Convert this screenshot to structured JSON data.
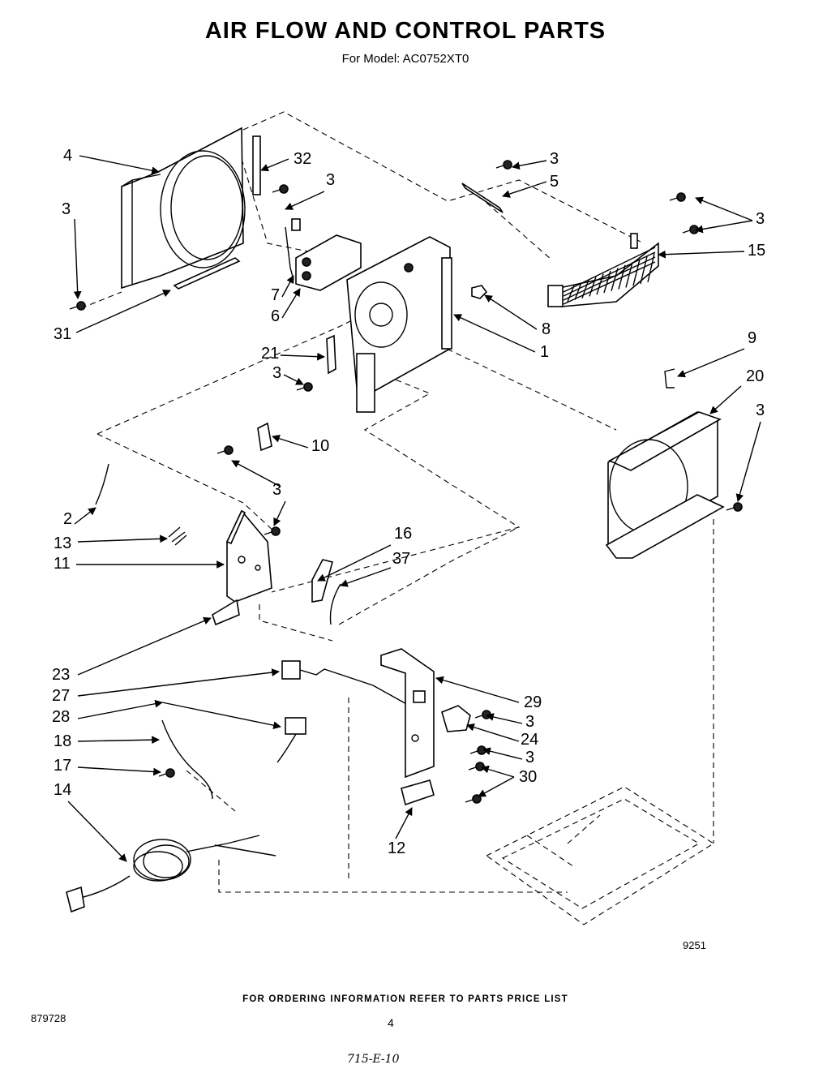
{
  "header": {
    "title": "AIR FLOW AND CONTROL PARTS",
    "subtitle": "For Model: AC0752XT0"
  },
  "diagram": {
    "callouts": [
      "1",
      "2",
      "3",
      "4",
      "5",
      "6",
      "7",
      "8",
      "9",
      "10",
      "11",
      "12",
      "13",
      "14",
      "15",
      "16",
      "17",
      "18",
      "20",
      "21",
      "23",
      "24",
      "27",
      "28",
      "29",
      "30",
      "31",
      "32",
      "37"
    ],
    "figure_code": "9251"
  },
  "footer": {
    "ordering_note": "FOR ORDERING INFORMATION REFER TO PARTS PRICE LIST",
    "page_number": "4",
    "document_number": "879728",
    "handwritten_note": "715-E-10"
  }
}
